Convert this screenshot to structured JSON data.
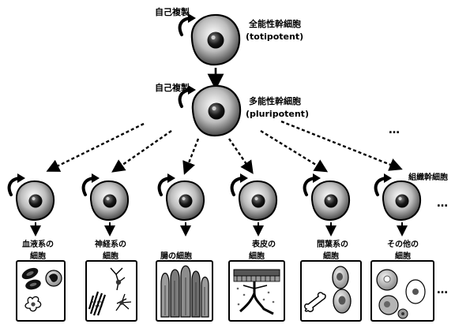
{
  "top_cell": {
    "self_renewal": "自己複製",
    "name": "全能性幹細胞",
    "name_en": "(totipotent)"
  },
  "middle_cell": {
    "self_renewal": "自己複製",
    "name": "多能性幹細胞",
    "name_en": "(pluripotent)"
  },
  "tissue_stem_cells_label": "組織幹細胞",
  "ellipsis": "…",
  "lineages": [
    {
      "line1": "血液系の",
      "line2": "細胞",
      "icon": "blood-cells-icon"
    },
    {
      "line1": "神経系の",
      "line2": "細胞",
      "icon": "neurons-icon"
    },
    {
      "line1": "腸の細胞",
      "line2": "",
      "icon": "intestinal-villi-icon"
    },
    {
      "line1": "表皮の",
      "line2": "細胞",
      "icon": "skin-layers-icon"
    },
    {
      "line1": "間葉系の",
      "line2": "細胞",
      "icon": "bone-and-cells-icon"
    },
    {
      "line1": "その他の",
      "line2": "細胞",
      "icon": "other-cells-icon"
    }
  ]
}
